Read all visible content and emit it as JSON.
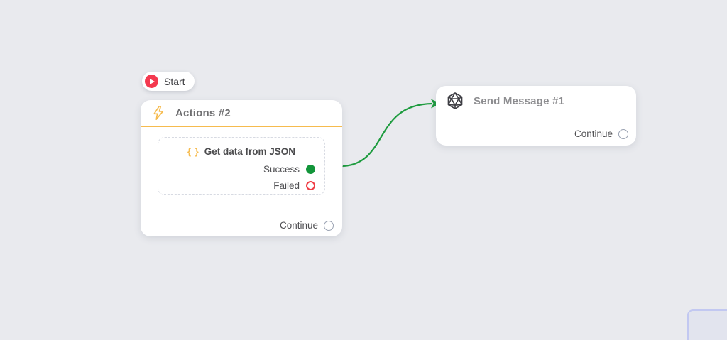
{
  "colors": {
    "background": "#e9eaee",
    "accent_amber": "#f6bb4e",
    "connection_green": "#1d9b3e",
    "success_green": "#12953a",
    "failed_red": "#ef3e46",
    "start_red": "#f4394f",
    "port_ring_gray": "#9aa2b2",
    "minimap_border": "#c2c8f1"
  },
  "start": {
    "label": "Start",
    "icon": "play-icon"
  },
  "actions_node": {
    "title": "Actions #2",
    "icon": "lightning-icon",
    "action": {
      "braces": "{ }",
      "label": "Get data from JSON",
      "ports": {
        "success": {
          "label": "Success"
        },
        "failed": {
          "label": "Failed"
        }
      }
    },
    "continue_label": "Continue"
  },
  "message_node": {
    "title": "Send Message #1",
    "icon": "icosahedron-icon",
    "continue_label": "Continue"
  },
  "connection": {
    "from": "Success",
    "to": "Send Message #1"
  }
}
